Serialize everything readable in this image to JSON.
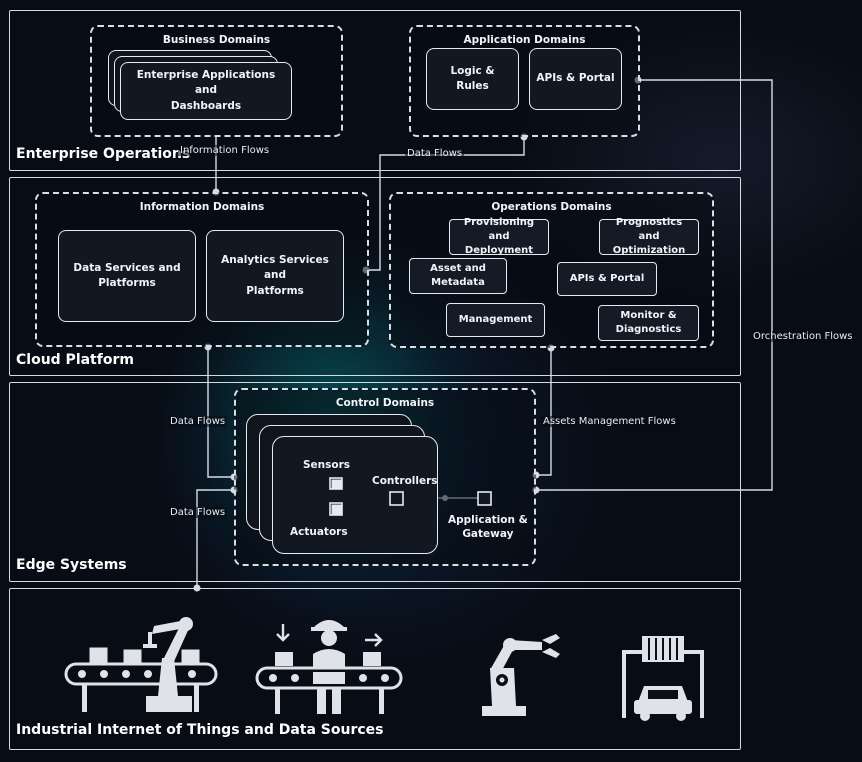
{
  "layers": {
    "enterprise": "Enterprise Operations",
    "cloud": "Cloud Platform",
    "edge": "Edge Systems",
    "iiot": "Industrial Internet of Things and Data Sources"
  },
  "business_domains": {
    "title": "Business Domains",
    "box": [
      "Enterprise Applications and",
      "Dashboards"
    ]
  },
  "application_domains": {
    "title": "Application Domains",
    "boxes": [
      "Logic & Rules",
      "APIs & Portal"
    ]
  },
  "information_domains": {
    "title": "Information Domains",
    "boxes": [
      [
        "Data Services and",
        "Platforms"
      ],
      [
        "Analytics Services and",
        "Platforms"
      ]
    ]
  },
  "operations_domains": {
    "title": "Operations Domains",
    "boxes": {
      "provisioning": [
        "Provisioning and",
        "Deployment"
      ],
      "prognostics": [
        "Prognostics and",
        "Optimization"
      ],
      "asset": [
        "Asset and",
        "Metadata"
      ],
      "apis": "APIs & Portal",
      "management": "Management",
      "monitor": [
        "Monitor &",
        "Diagnostics"
      ]
    }
  },
  "control_domains": {
    "title": "Control Domains",
    "sensors": "Sensors",
    "controllers": "Controllers",
    "actuators": "Actuators",
    "gateway": [
      "Application &",
      "Gateway"
    ]
  },
  "flows": {
    "information_flows": "Information Flows",
    "data_flows_top": "Data Flows",
    "data_flows_edge_upper": "Data Flows",
    "data_flows_edge_lower": "Data Flows",
    "assets_management_flows": "Assets Management Flows",
    "orchestration_flows": "Orchestration Flows"
  },
  "icons": [
    "robot-arm-conveyor-icon",
    "worker-conveyor-icon",
    "robot-gripper-icon",
    "car-factory-icon"
  ],
  "colors": {
    "line": "#d6dbe2",
    "background": "#080c14"
  }
}
